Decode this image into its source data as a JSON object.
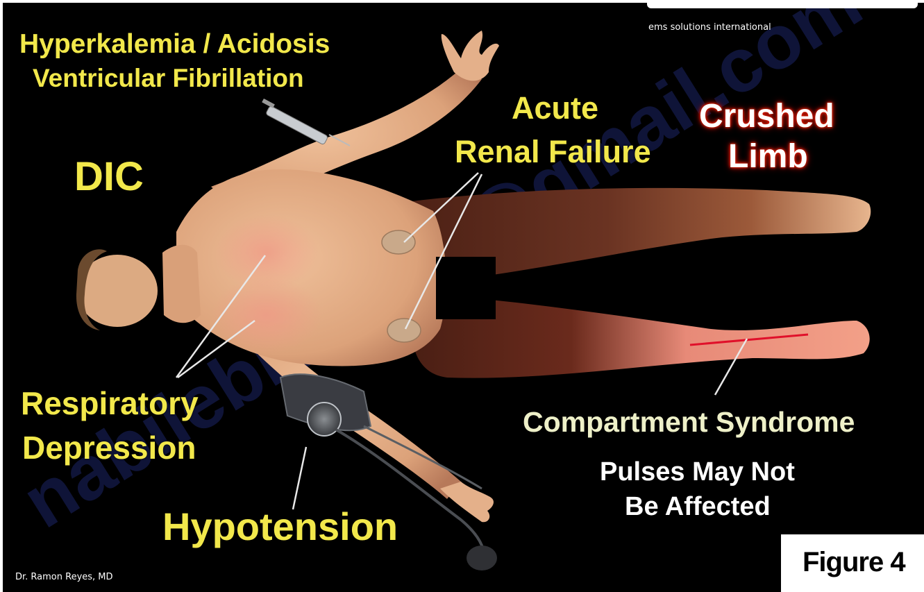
{
  "header": {
    "site_name": "ems solutions international"
  },
  "labels": {
    "hyperkalemia": "Hyperkalemia / Acidosis",
    "vfib": "Ventricular Fibrillation",
    "dic": "DIC",
    "acute": "Acute",
    "renal_failure": "Renal Failure",
    "crushed": "Crushed",
    "limb": "Limb",
    "respiratory": "Respiratory",
    "depression": "Depression",
    "hypotension": "Hypotension",
    "compartment": "Compartment Syndrome",
    "pulses_line1": "Pulses May Not",
    "pulses_line2": "Be Affected"
  },
  "footer": {
    "credit": "Dr. Ramon Reyes, MD",
    "figure": "Figure 4"
  },
  "colors": {
    "label_yellow": "#f2e84b",
    "label_pale": "#eef0c8",
    "crushed_glow": "#e01a00",
    "skin": "#e2ad82",
    "background": "#000000"
  }
}
